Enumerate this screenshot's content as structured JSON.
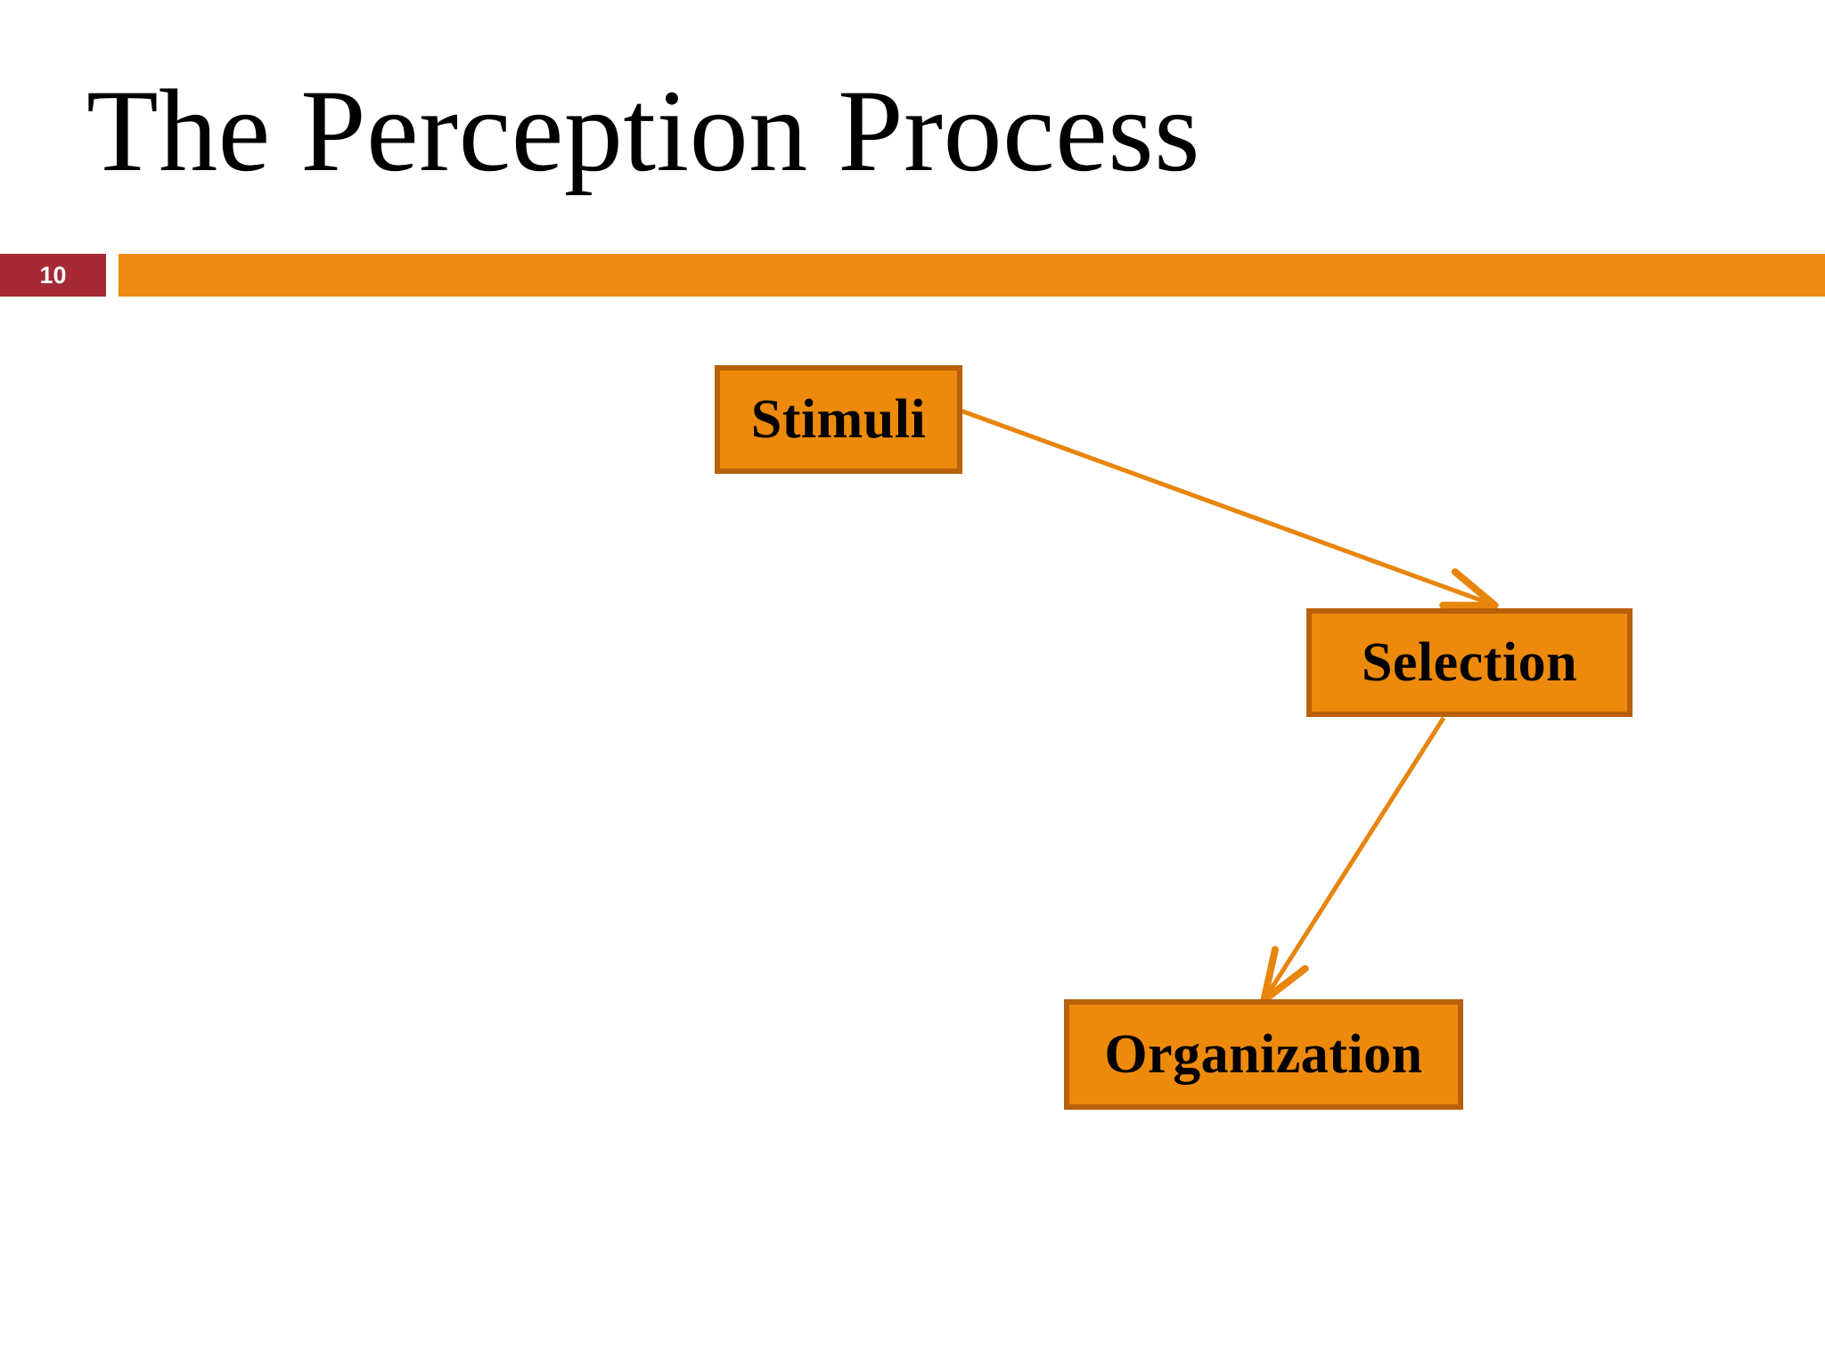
{
  "slide": {
    "title": "The Perception Process",
    "number": "10",
    "background_color": "#FFFFFF",
    "title_color": "#000000",
    "badge_color": "#A52A36",
    "accent_color": "#EF8A11"
  },
  "diagram": {
    "type": "flow",
    "node_fill_color": "#ED8A0C",
    "node_border_color": "#B9600A",
    "arrow_color": "#E8850D",
    "nodes": [
      {
        "id": "stimuli",
        "label": "Stimuli"
      },
      {
        "id": "selection",
        "label": "Selection"
      },
      {
        "id": "organization",
        "label": "Organization"
      }
    ],
    "edges": [
      {
        "from": "stimuli",
        "to": "selection"
      },
      {
        "from": "selection",
        "to": "organization"
      }
    ]
  }
}
